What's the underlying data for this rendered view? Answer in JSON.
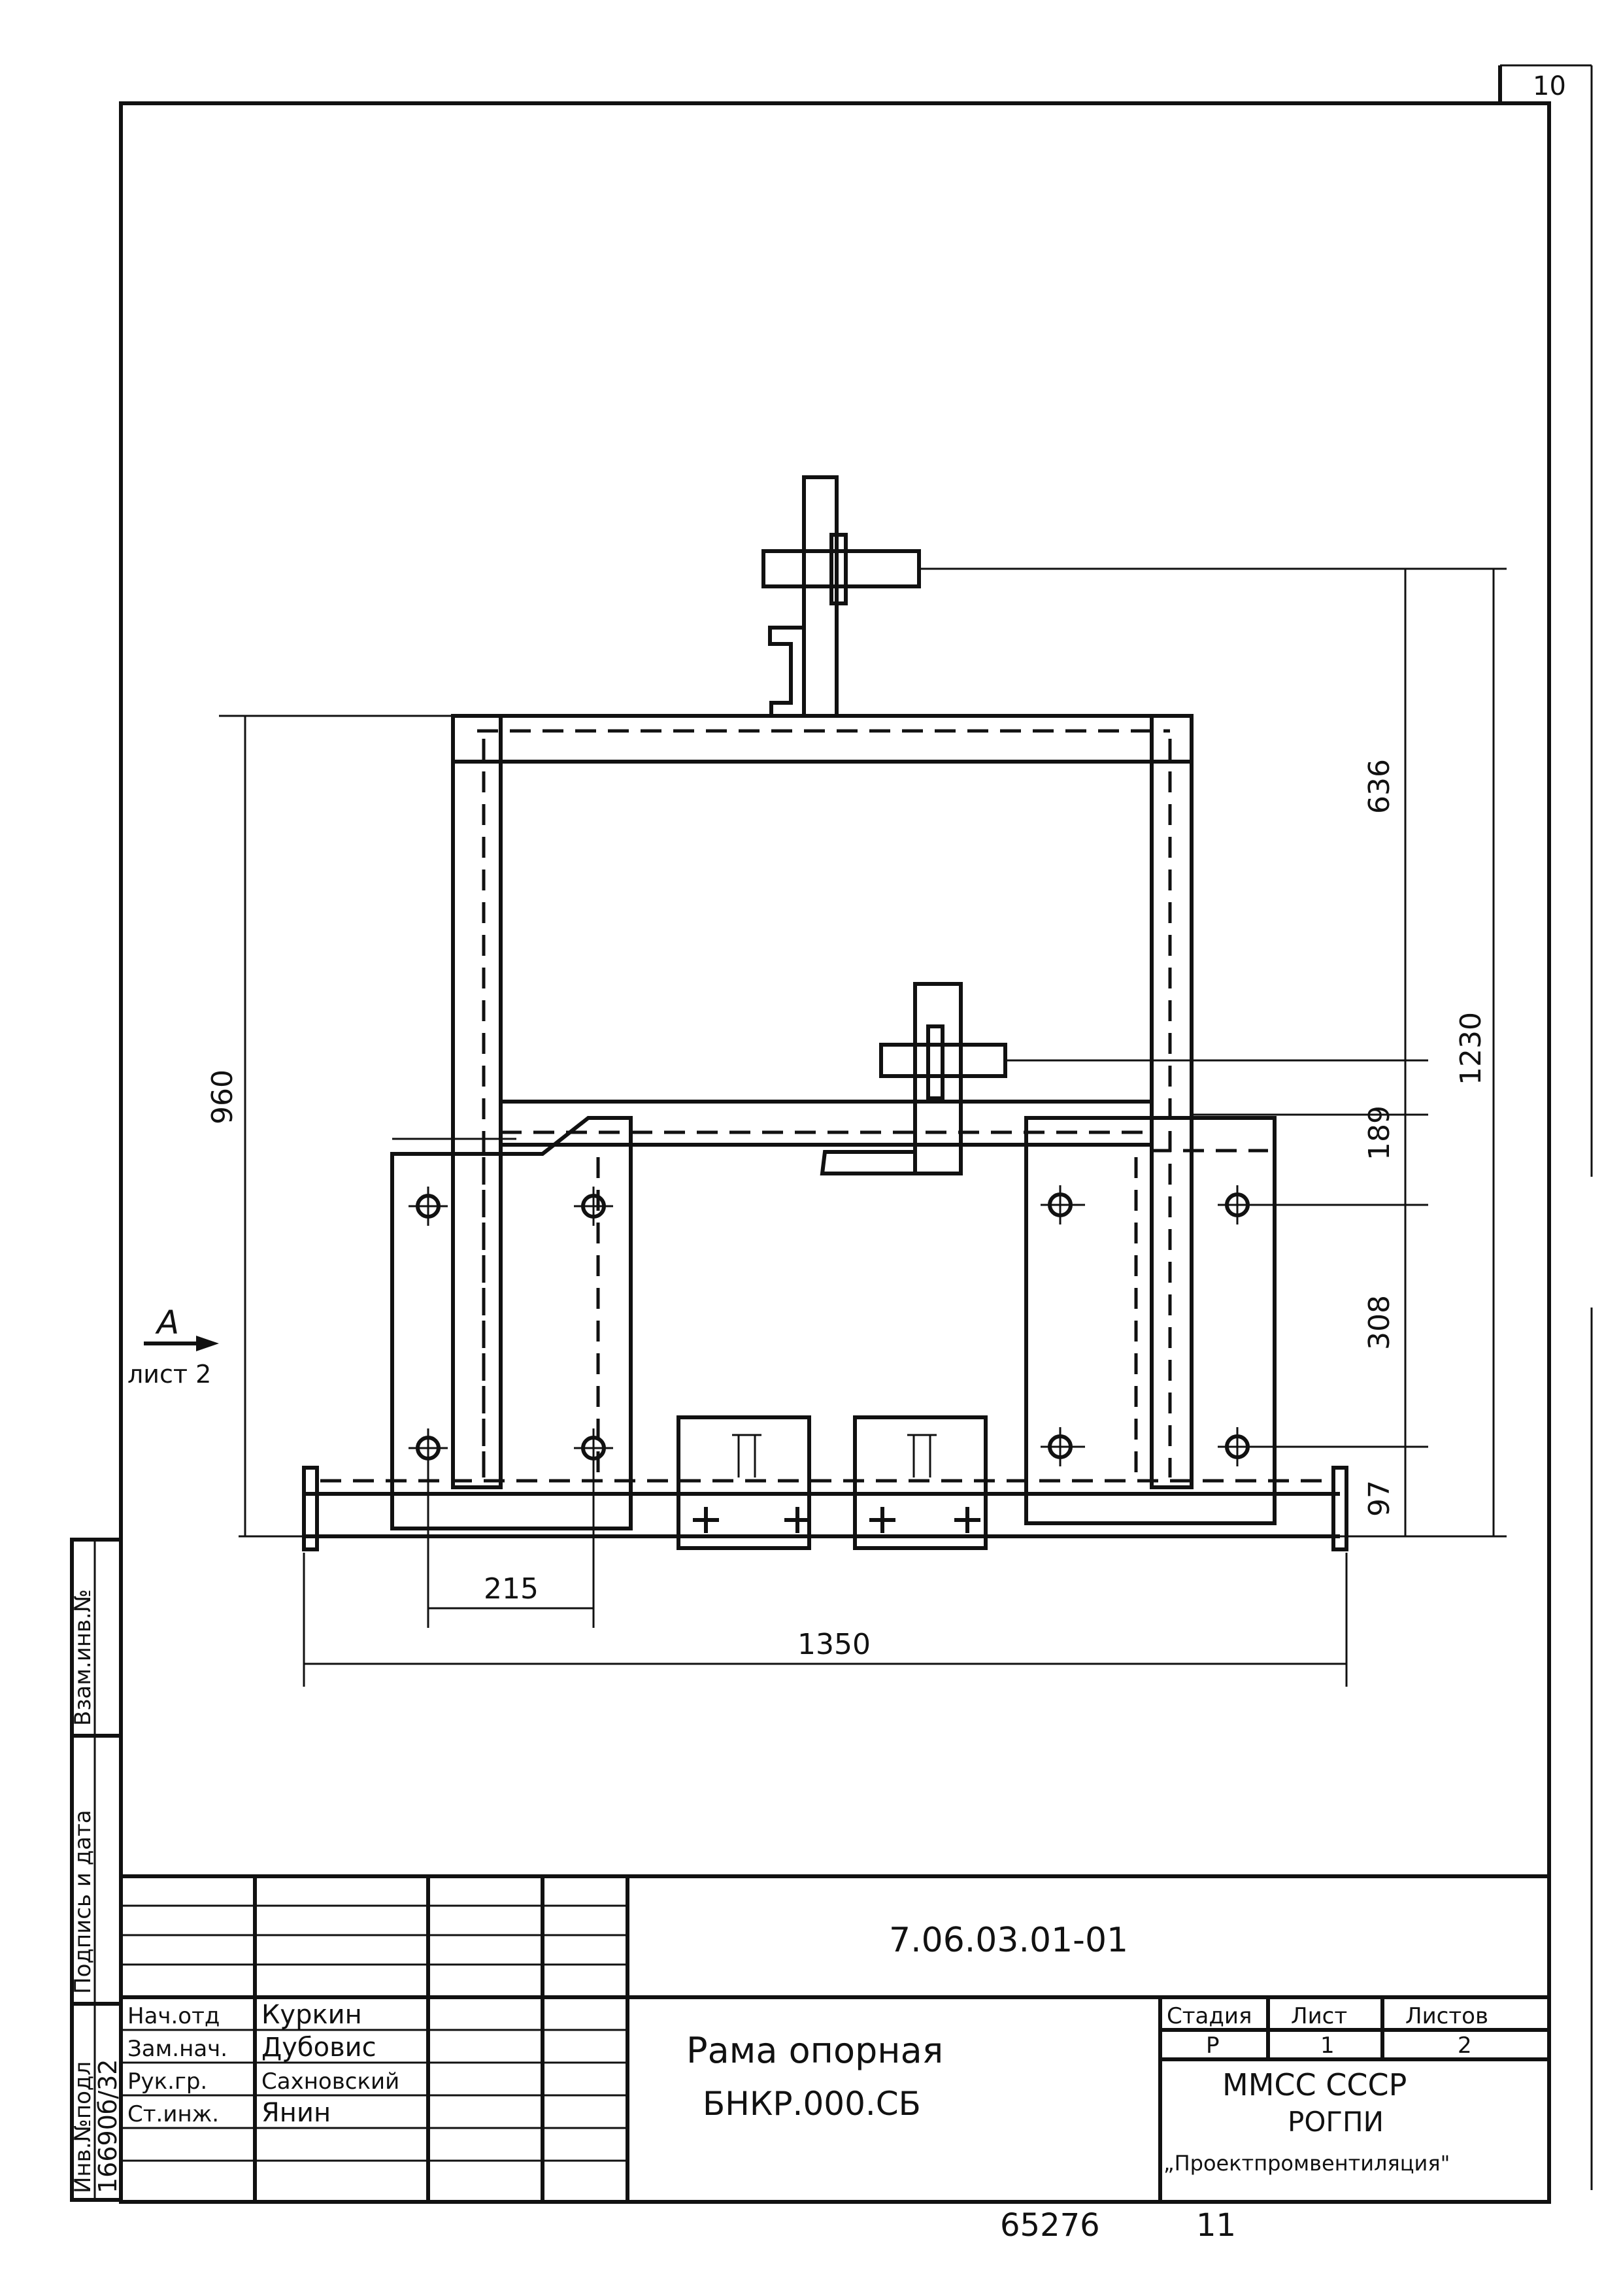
{
  "sheet_number": "10",
  "drawing": {
    "view_marker": "A",
    "view_sheet_ref": "лист 2",
    "dimensions": {
      "d636": "636",
      "d1230": "1230",
      "d189": "189",
      "d308": "308",
      "d97": "97",
      "d960": "960",
      "d215": "215",
      "d1350": "1350"
    }
  },
  "side_stamp": {
    "inv_orig_label": "Инв.№подл",
    "inv_orig_value": "16690б/32",
    "sign_date_label": "Подпись и дата",
    "replace_inv_label": "Взам.инв.№"
  },
  "title_block": {
    "designation": "7.06.03.01-01",
    "title_line1": "Рама опорная",
    "title_line2": "БНКР.000.СБ",
    "headers": {
      "stage": "Стадия",
      "sheet": "Лист",
      "sheets": "Листов"
    },
    "values": {
      "stage": "Р",
      "sheet": "1",
      "sheets": "2"
    },
    "org_line1": "ММСС СССР",
    "org_line2": "РОГПИ",
    "org_line3": "„Проектпромвентиляция\"",
    "people": [
      {
        "role": "Нач.отд",
        "name": "Куркин"
      },
      {
        "role": "Зам.нач.",
        "name": "Дубовис"
      },
      {
        "role": "Рук.гр.",
        "name": "Сахновский"
      },
      {
        "role": "Ст.инж.",
        "name": "Янин"
      }
    ]
  },
  "footer": {
    "archive_no": "65276",
    "page_no": "11"
  }
}
